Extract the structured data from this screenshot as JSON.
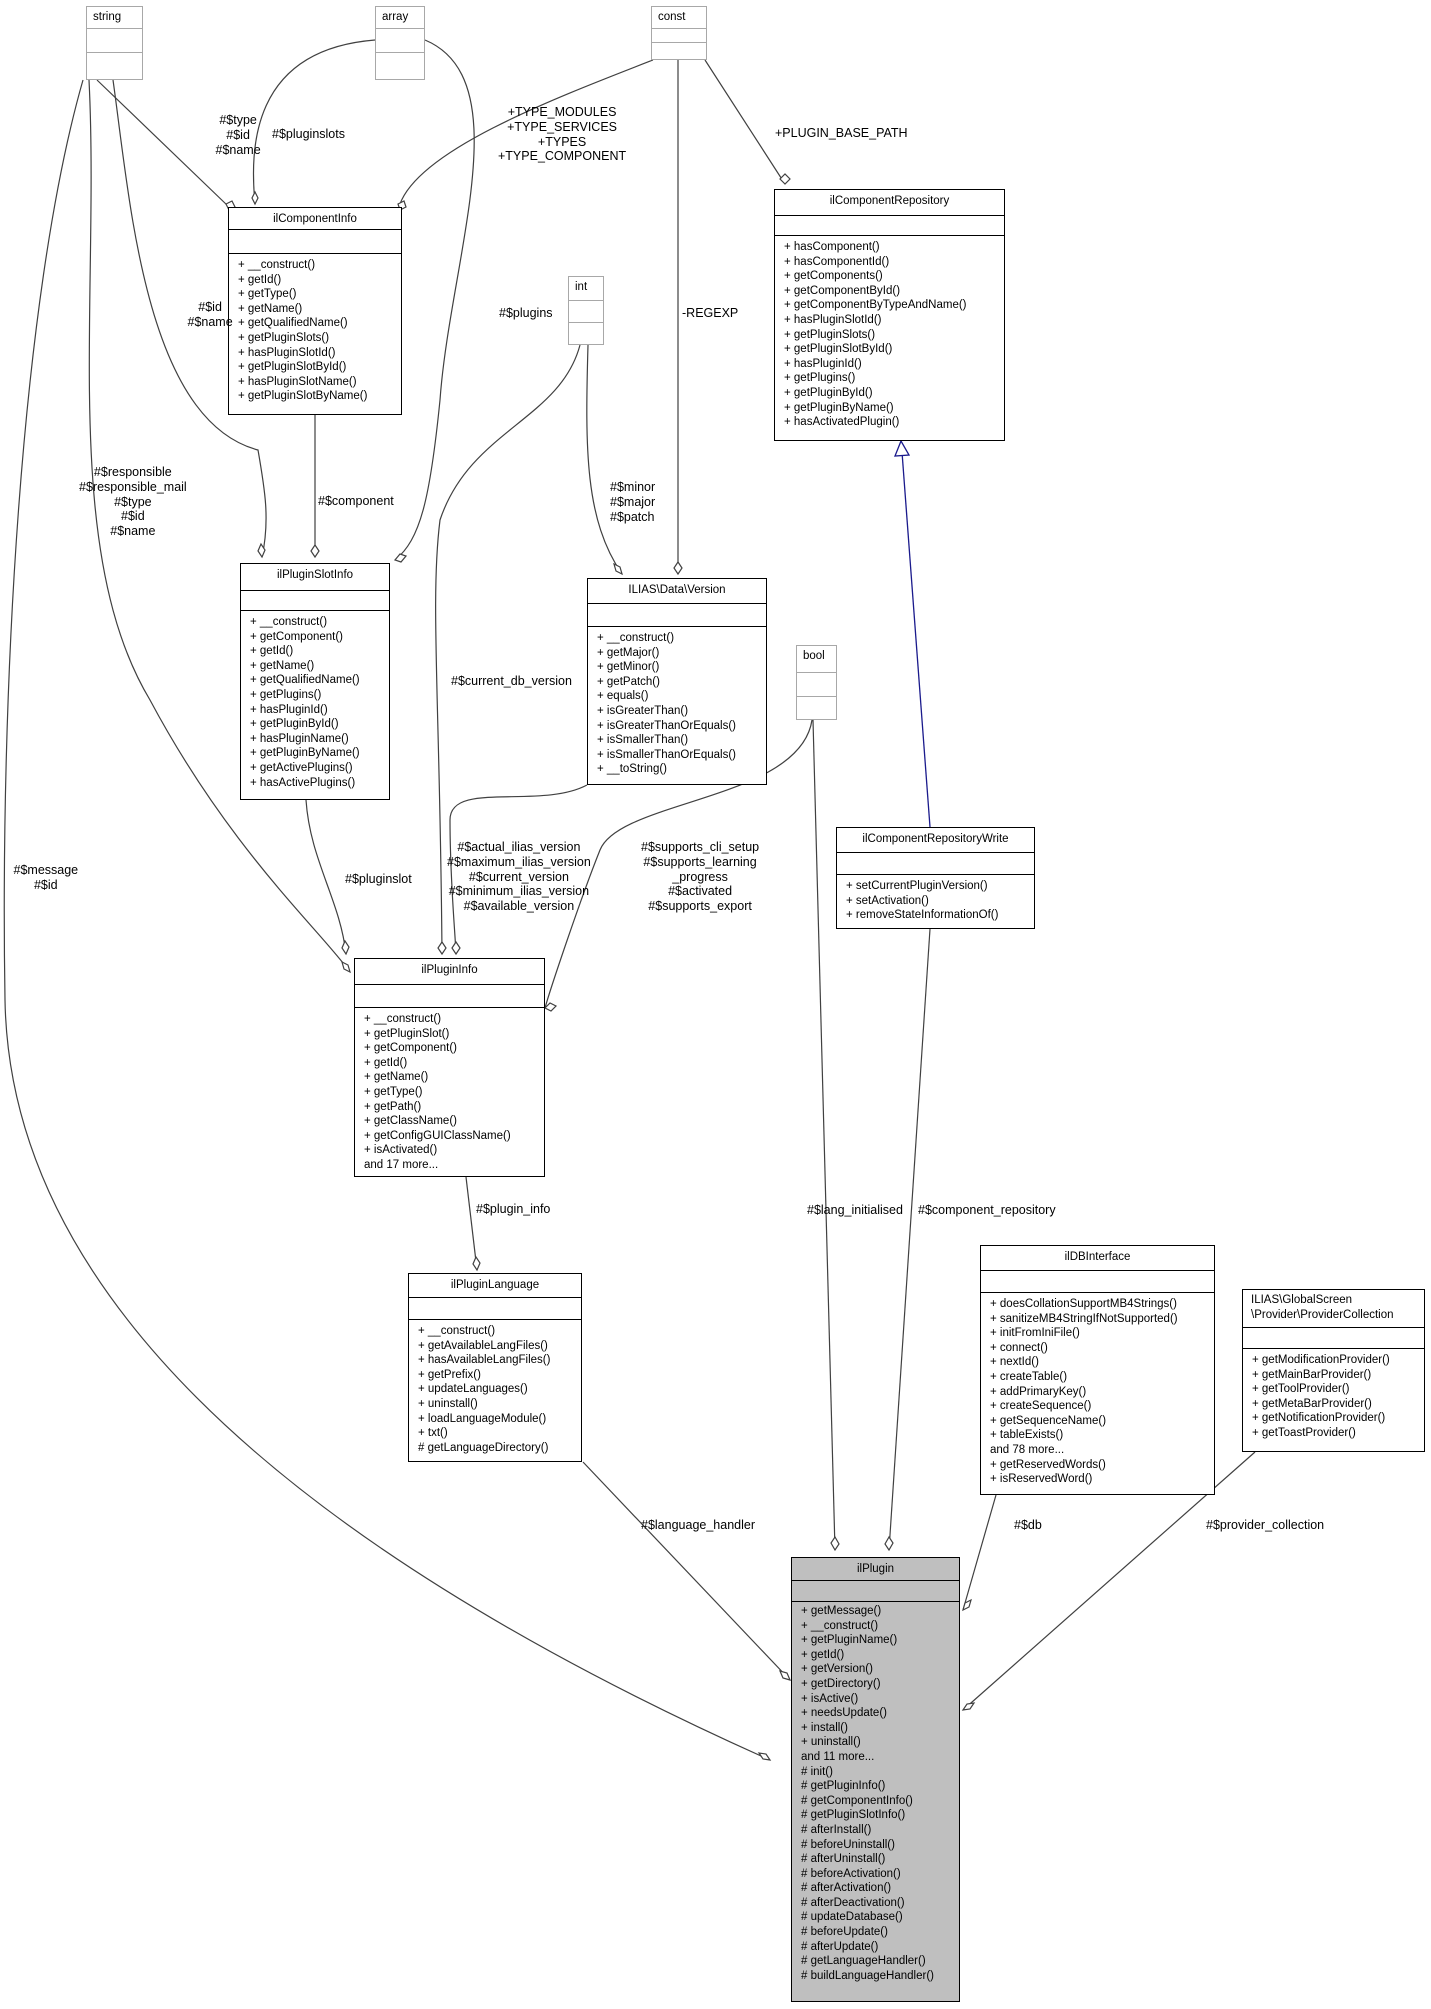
{
  "classes": {
    "string": {
      "name": "string"
    },
    "array": {
      "name": "array"
    },
    "const": {
      "name": "const"
    },
    "int": {
      "name": "int"
    },
    "bool": {
      "name": "bool"
    },
    "ilComponentInfo": {
      "name": "ilComponentInfo",
      "methods": [
        "+ __construct()",
        "+ getId()",
        "+ getType()",
        "+ getName()",
        "+ getQualifiedName()",
        "+ getPluginSlots()",
        "+ hasPluginSlotId()",
        "+ getPluginSlotById()",
        "+ hasPluginSlotName()",
        "+ getPluginSlotByName()"
      ]
    },
    "ilComponentRepository": {
      "name": "ilComponentRepository",
      "methods": [
        "+ hasComponent()",
        "+ hasComponentId()",
        "+ getComponents()",
        "+ getComponentById()",
        "+ getComponentByTypeAndName()",
        "+ hasPluginSlotId()",
        "+ getPluginSlots()",
        "+ getPluginSlotById()",
        "+ hasPluginId()",
        "+ getPlugins()",
        "+ getPluginById()",
        "+ getPluginByName()",
        "+ hasActivatedPlugin()"
      ]
    },
    "ilPluginSlotInfo": {
      "name": "ilPluginSlotInfo",
      "methods": [
        "+ __construct()",
        "+ getComponent()",
        "+ getId()",
        "+ getName()",
        "+ getQualifiedName()",
        "+ getPlugins()",
        "+ hasPluginId()",
        "+ getPluginById()",
        "+ hasPluginName()",
        "+ getPluginByName()",
        "+ getActivePlugins()",
        "+ hasActivePlugins()"
      ]
    },
    "version": {
      "name": "ILIAS\\Data\\Version",
      "methods": [
        "+ __construct()",
        "+ getMajor()",
        "+ getMinor()",
        "+ getPatch()",
        "+ equals()",
        "+ isGreaterThan()",
        "+ isGreaterThanOrEquals()",
        "+ isSmallerThan()",
        "+ isSmallerThanOrEquals()",
        "+ __toString()"
      ]
    },
    "ilComponentRepositoryWrite": {
      "name": "ilComponentRepositoryWrite",
      "methods": [
        "+ setCurrentPluginVersion()",
        "+ setActivation()",
        "+ removeStateInformationOf()"
      ]
    },
    "ilPluginInfo": {
      "name": "ilPluginInfo",
      "methods": [
        "+ __construct()",
        "+ getPluginSlot()",
        "+ getComponent()",
        "+ getId()",
        "+ getName()",
        "+ getType()",
        "+ getPath()",
        "+ getClassName()",
        "+ getConfigGUIClassName()",
        "+ isActivated()",
        "and 17 more..."
      ]
    },
    "ilPluginLanguage": {
      "name": "ilPluginLanguage",
      "methods": [
        "+ __construct()",
        "+ getAvailableLangFiles()",
        "+ hasAvailableLangFiles()",
        "+ getPrefix()",
        "+ updateLanguages()",
        "+ uninstall()",
        "+ loadLanguageModule()",
        "+ txt()",
        "# getLanguageDirectory()"
      ]
    },
    "ilDBInterface": {
      "name": "ilDBInterface",
      "methods": [
        "+ doesCollationSupportMB4Strings()",
        "+ sanitizeMB4StringIfNotSupported()",
        "+ initFromIniFile()",
        "+ connect()",
        "+ nextId()",
        "+ createTable()",
        "+ addPrimaryKey()",
        "+ createSequence()",
        "+ getSequenceName()",
        "+ tableExists()",
        "and 78 more...",
        "+ getReservedWords()",
        "+ isReservedWord()"
      ]
    },
    "providerCollection": {
      "name_line1": "ILIAS\\GlobalScreen",
      "name_line2": "\\Provider\\ProviderCollection",
      "methods": [
        "+ getModificationProvider()",
        "+ getMainBarProvider()",
        "+ getToolProvider()",
        "+ getMetaBarProvider()",
        "+ getNotificationProvider()",
        "+ getToastProvider()"
      ]
    },
    "ilPlugin": {
      "name": "ilPlugin",
      "methods": [
        "+ getMessage()",
        "+ __construct()",
        "+ getPluginName()",
        "+ getId()",
        "+ getVersion()",
        "+ getDirectory()",
        "+ isActive()",
        "+ needsUpdate()",
        "+ install()",
        "+ uninstall()",
        "and 11 more...",
        "# init()",
        "# getPluginInfo()",
        "# getComponentInfo()",
        "# getPluginSlotInfo()",
        "# afterInstall()",
        "# beforeUninstall()",
        "# afterUninstall()",
        "# beforeActivation()",
        "# afterActivation()",
        "# afterDeactivation()",
        "# updateDatabase()",
        "# beforeUpdate()",
        "# afterUpdate()",
        "# getLanguageHandler()",
        "# buildLanguageHandler()"
      ]
    }
  },
  "labels": {
    "type_id_name": [
      "#$type",
      "#$id",
      "#$name"
    ],
    "pluginslots": "#$pluginslots",
    "types": [
      "+TYPE_MODULES",
      "+TYPE_SERVICES",
      "+TYPES",
      "+TYPE_COMPONENT"
    ],
    "plugin_base_path": "+PLUGIN_BASE_PATH",
    "id_name": [
      "#$id",
      "#$name"
    ],
    "plugins": "#$plugins",
    "regexp": "-REGEXP",
    "responsible": [
      "#$responsible",
      "#$responsible_mail",
      "#$type",
      "#$id",
      "#$name"
    ],
    "component": "#$component",
    "minor_major_patch": [
      "#$minor",
      "#$major",
      "#$patch"
    ],
    "current_db_version": "#$current_db_version",
    "message_id": [
      "#$message",
      "#$id"
    ],
    "versions": [
      "#$actual_ilias_version",
      "#$maximum_ilias_version",
      "#$current_version",
      "#$minimum_ilias_version",
      "#$available_version"
    ],
    "supports": [
      "#$supports_cli_setup",
      "#$supports_learning",
      "_progress",
      "#$activated",
      "#$supports_export"
    ],
    "pluginslot": "#$pluginslot",
    "plugin_info": "#$plugin_info",
    "lang_initialised": "#$lang_initialised",
    "component_repository": "#$component_repository",
    "language_handler": "#$language_handler",
    "db": "#$db",
    "provider_collection": "#$provider_collection"
  }
}
